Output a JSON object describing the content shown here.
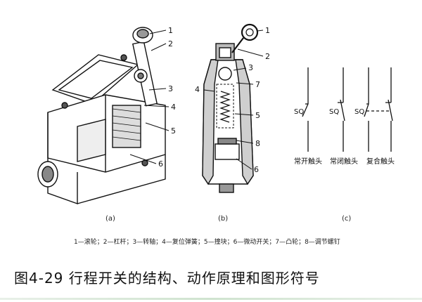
{
  "figure": {
    "caption": "图4-29  行程开关的结构、动作原理和图形符号",
    "legend": "1—滚轮；2—杠杆；3—转轴；4—复位弹簧；5—撞块；6—微动开关；7—凸轮；8—调节螺钉",
    "panels": [
      {
        "tag": "(a)",
        "callouts": [
          "1",
          "2",
          "3",
          "4",
          "5",
          "6"
        ]
      },
      {
        "tag": "(b)",
        "callouts": [
          "1",
          "2",
          "3",
          "7",
          "4",
          "5",
          "8",
          "6"
        ]
      },
      {
        "tag": "(c)"
      }
    ],
    "symbols": [
      {
        "prefix": "SQ",
        "name": "常开触头"
      },
      {
        "prefix": "SQ",
        "name": "常闭触头"
      },
      {
        "prefix": "SQ",
        "name": "复合触头"
      }
    ]
  }
}
